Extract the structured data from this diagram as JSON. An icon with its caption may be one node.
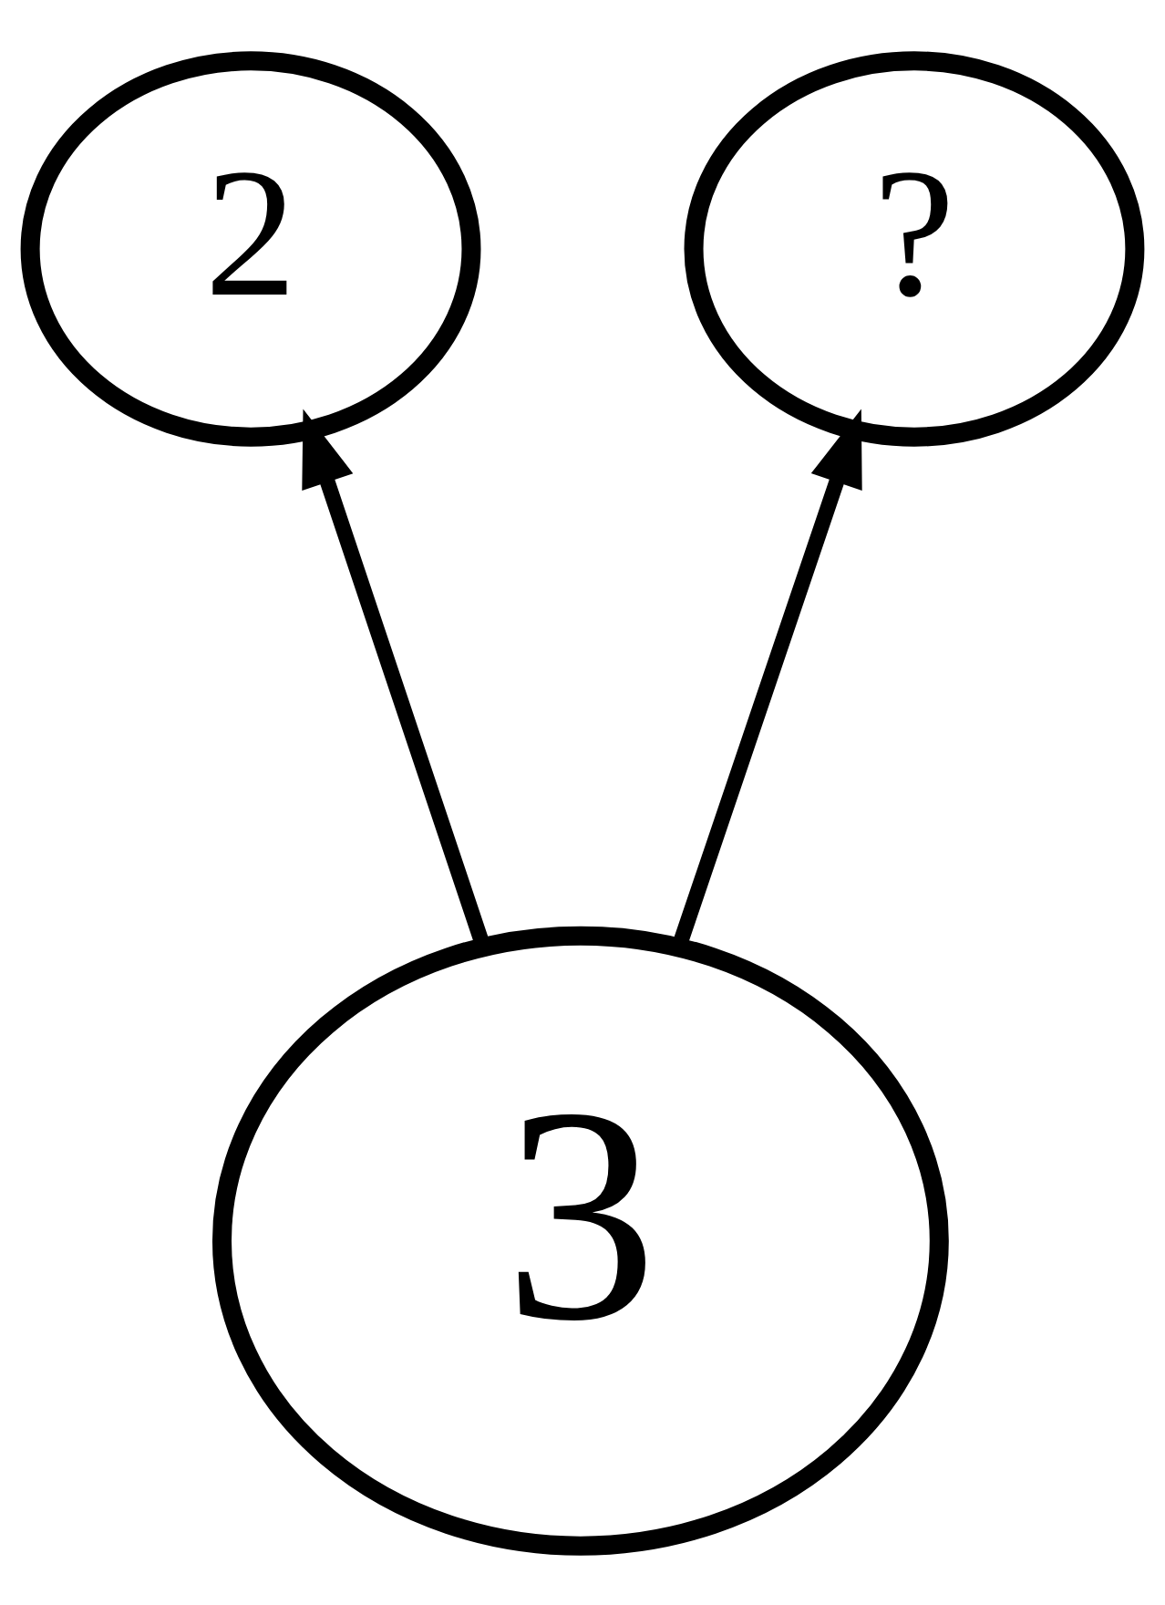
{
  "diagram": {
    "nodes": [
      {
        "text": [
          "2"
        ]
      },
      {
        "text": [
          "?"
        ]
      },
      {
        "text": [
          "3"
        ]
      }
    ],
    "edges": [
      {
        "from": 2,
        "to": 0,
        "arrow": "to"
      },
      {
        "from": 2,
        "to": 1,
        "arrow": "to"
      }
    ]
  }
}
